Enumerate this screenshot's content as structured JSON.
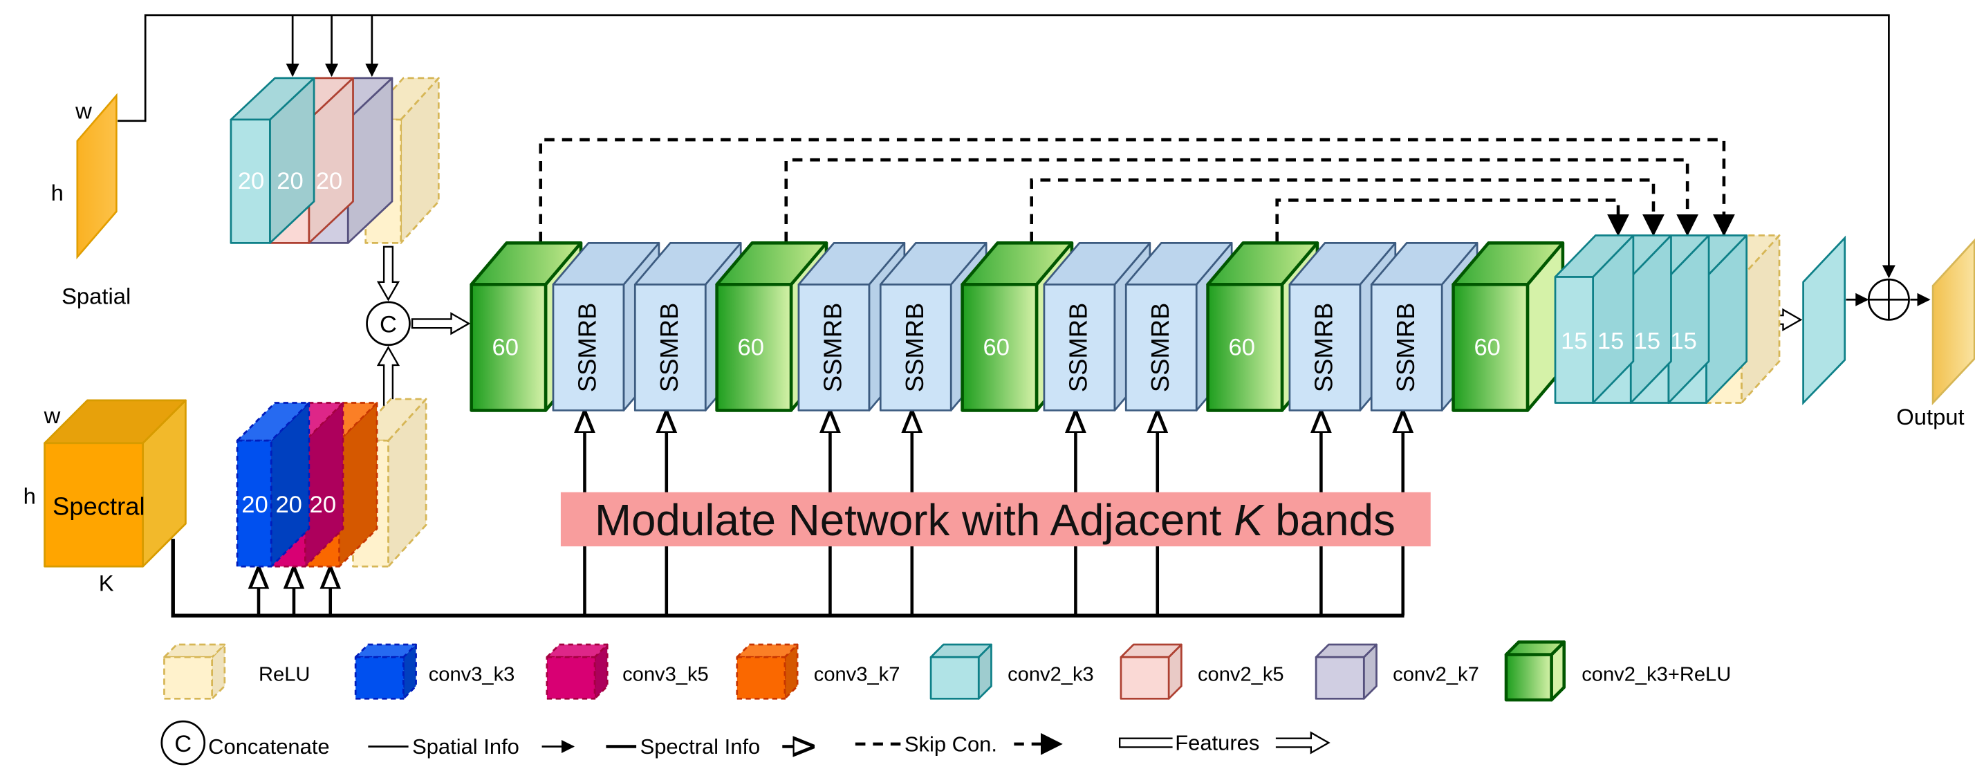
{
  "inputs": {
    "spatial": {
      "w": "w",
      "h": "h",
      "label": "Spatial"
    },
    "spectral": {
      "w": "w",
      "h": "h",
      "k": "K",
      "label": "Spectral"
    }
  },
  "spatial_stack": [
    "20",
    "20",
    "20"
  ],
  "spectral_stack": [
    "20",
    "20",
    "20"
  ],
  "concat_symbol": "C",
  "blocks": [
    {
      "kind": "conv",
      "label": "60"
    },
    {
      "kind": "ssmrb",
      "label": "SSMRB"
    },
    {
      "kind": "ssmrb",
      "label": "SSMRB"
    },
    {
      "kind": "conv",
      "label": "60"
    },
    {
      "kind": "ssmrb",
      "label": "SSMRB"
    },
    {
      "kind": "ssmrb",
      "label": "SSMRB"
    },
    {
      "kind": "conv",
      "label": "60"
    },
    {
      "kind": "ssmrb",
      "label": "SSMRB"
    },
    {
      "kind": "ssmrb",
      "label": "SSMRB"
    },
    {
      "kind": "conv",
      "label": "60"
    },
    {
      "kind": "ssmrb",
      "label": "SSMRB"
    },
    {
      "kind": "ssmrb",
      "label": "SSMRB"
    },
    {
      "kind": "conv",
      "label": "60"
    }
  ],
  "final_stack": [
    "15",
    "15",
    "15",
    "15"
  ],
  "modulate_label_prefix": "Modulate Network with Adjacent ",
  "modulate_label_k": "K",
  "modulate_label_suffix": " bands",
  "output_label": "Output",
  "legend": {
    "row1": [
      {
        "key": "relu",
        "label": "ReLU"
      },
      {
        "key": "conv3_k3",
        "label": "conv3_k3"
      },
      {
        "key": "conv3_k5",
        "label": "conv3_k5"
      },
      {
        "key": "conv3_k7",
        "label": "conv3_k7"
      },
      {
        "key": "conv2_k3",
        "label": "conv2_k3"
      },
      {
        "key": "conv2_k5",
        "label": "conv2_k5"
      },
      {
        "key": "conv2_k7",
        "label": "conv2_k7"
      },
      {
        "key": "conv2_k3_relu",
        "label": "conv2_k3+ReLU"
      }
    ],
    "row2": {
      "concat": "Concatenate",
      "spatial": "Spatial Info",
      "spectral": "Spectral Info",
      "skip": "Skip Con.",
      "features": "Features"
    }
  },
  "colors": {
    "relu": "#fff2cc",
    "relu_stroke": "#d6b656",
    "conv3_k3": "#0050ef",
    "conv3_k5": "#d80073",
    "conv3_k7": "#fa6800",
    "conv2_k3": "#b0e3e6",
    "conv2_k3_stroke": "#0e8088",
    "conv2_k5": "#fad9d5",
    "conv2_k5_stroke": "#ae4132",
    "conv2_k7": "#d0cee2",
    "conv2_k7_stroke": "#56517e",
    "green_dark": "#1e9e1e",
    "green_light": "#d5f2a8",
    "green_stroke": "#005700",
    "ssmrb": "#cce3f7",
    "ssmrb_stroke": "#3c5b80",
    "orange": "#ffa500",
    "orange_dark": "#d79b00",
    "modulate_bg": "#f89d9d"
  }
}
